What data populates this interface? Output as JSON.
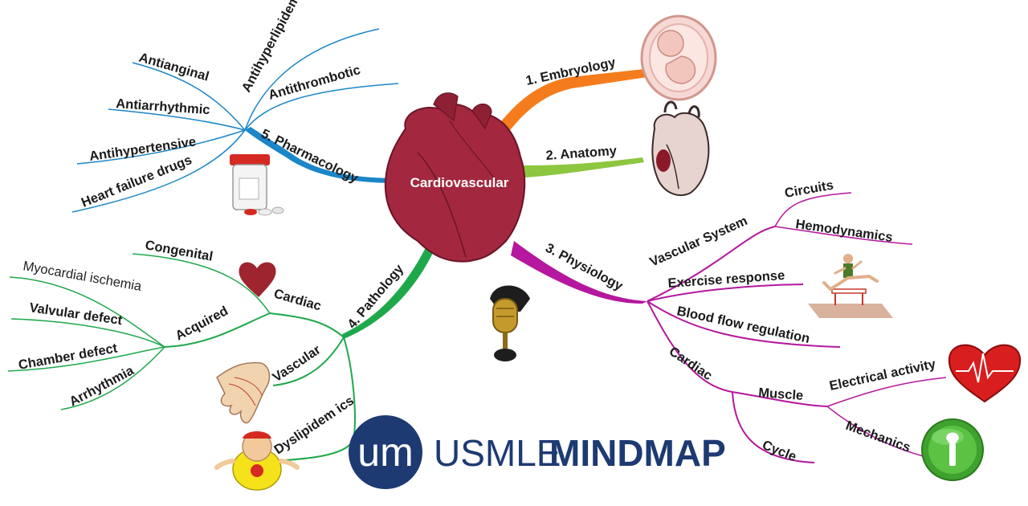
{
  "center": {
    "label": "Cardiovascular"
  },
  "branches": {
    "embryology": {
      "label": "1. Embryology"
    },
    "anatomy": {
      "label": "2. Anatomy"
    },
    "physiology": {
      "label": "3. Physiology",
      "vascular_system": {
        "label": "Vascular System",
        "children": [
          "Circuits",
          "Hemodynamics"
        ]
      },
      "exercise_response": "Exercise response",
      "blood_flow_regulation": "Blood flow regulation",
      "cardiac": {
        "label": "Cardiac",
        "muscle": {
          "label": "Muscle",
          "children": [
            "Electrical activity",
            "Mechanics"
          ]
        },
        "cycle": "Cycle"
      }
    },
    "pathology": {
      "label": "4. Pathology",
      "cardiac": {
        "label": "Cardiac",
        "congenital": "Congenital",
        "acquired": {
          "label": "Acquired",
          "children": [
            "Myocardial ischemia",
            "Valvular defect",
            "Chamber defect",
            "Arrhythmia"
          ]
        }
      },
      "vascular": "Vascular",
      "dyslipidemics": "Dyslipidem ics"
    },
    "pharmacology": {
      "label": "5. Pharmacology",
      "children": [
        "Antihyperlipidemics",
        "Antithrombotic",
        "Antianginal",
        "Antiarrhythmic",
        "Antihypertensive",
        "Heart failure drugs"
      ]
    }
  },
  "brand": {
    "logo_text": "um",
    "name_light": "USMLE",
    "name_bold": "MINDMAP"
  },
  "colors": {
    "embryology": "#f47c1c",
    "anatomy": "#8dc63f",
    "physiology": "#b5179e",
    "pathology": "#1fa84b",
    "pharmacology": "#1b86c8",
    "heart": "#a3283f",
    "brand": "#1d3a72"
  },
  "icons": [
    "fetus-icon",
    "heart-anatomy-icon",
    "pill-bottle-icon",
    "microphone-icon",
    "heart-icon",
    "hand-icon",
    "person-icon",
    "hurdler-icon",
    "ecg-heart-icon",
    "wrench-icon"
  ]
}
